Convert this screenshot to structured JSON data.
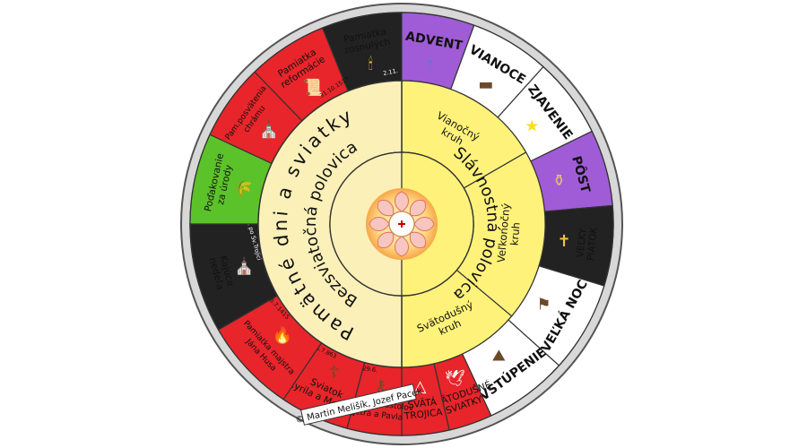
{
  "inner_circle": {
    "left_ring": "Pamätné dni a sviatky",
    "left_inner": "Bezsviatočná polovica",
    "right_inner": "Slávnostná polovica"
  },
  "cycles": [
    {
      "id": "vianocny",
      "lines": [
        "Vianočný",
        "kruh"
      ]
    },
    {
      "id": "velkonocny",
      "lines": [
        "Veľkonočný",
        "kruh"
      ]
    },
    {
      "id": "svatoduchy",
      "lines": [
        "Svätodušný",
        "kruh"
      ]
    }
  ],
  "segments": [
    {
      "id": "pamiatka-zosnulych",
      "color": "#222222",
      "lines": [
        "Pamiatka",
        "zosnulých"
      ],
      "date": "2.11.",
      "icon": "candle-icon"
    },
    {
      "id": "advent",
      "color": "#a05cd6",
      "lines": [
        "ADVENT"
      ],
      "icon": "advent-candles-icon"
    },
    {
      "id": "vianoce",
      "color": "#ffffff",
      "lines": [
        "VIANOCE"
      ],
      "icon": "manger-icon"
    },
    {
      "id": "zjavenie",
      "color": "#ffffff",
      "lines": [
        "ZJAVENIE"
      ],
      "icon": "star-icon"
    },
    {
      "id": "post",
      "color": "#a05cd6",
      "lines": [
        "PÔST"
      ],
      "icon": "jug-icon"
    },
    {
      "id": "velky-piatok",
      "color": "#222222",
      "lines": [
        "VEĽKÝ",
        "PIATOK"
      ],
      "icon": "crucifix-icon"
    },
    {
      "id": "velka-noc",
      "color": "#ffffff",
      "lines": [
        "VEĽKÁ NOC"
      ],
      "icon": "lamb-flag-icon"
    },
    {
      "id": "vstupenie",
      "color": "#ffffff",
      "lines": [
        "VSTÚPENIE"
      ],
      "icon": "ascension-icon"
    },
    {
      "id": "svatodusne-sviatky",
      "color": "#e8252a",
      "lines": [
        "SVÄTODUŠNÉ",
        "SVIATKY"
      ],
      "icon": "dove-icon"
    },
    {
      "id": "svata-trojica",
      "color": "#e8252a",
      "lines": [
        "SVÄTÁ",
        "TROJICA"
      ],
      "icon": "trinity-icon"
    },
    {
      "id": "petra-pavla",
      "color": "#e8252a",
      "lines": [
        "Sviatok apoštolov",
        "Petra a Pavla"
      ],
      "date": "29.6.",
      "icon": "keys-sword-icon"
    },
    {
      "id": "cyrila-metoda",
      "color": "#e8252a",
      "lines": [
        "Sviatok",
        "Cyrila a Metoda"
      ],
      "date": "5.7.863",
      "icon": "cross-book-icon"
    },
    {
      "id": "majstra-jana-husa",
      "color": "#e8252a",
      "lines": [
        "Pamiatka majstra",
        "Jána Husa"
      ],
      "date": "6.7.1415",
      "icon": "fire-icon"
    },
    {
      "id": "kajucna-nedela",
      "color": "#222222",
      "lines": [
        "Kajúca",
        "nedeľa"
      ],
      "date": "10. po Sv.Trojici",
      "icon": "jerusalem-icon"
    },
    {
      "id": "podakovanie",
      "color": "#5cc22a",
      "lines": [
        "Poďakovanie",
        "za úrody"
      ],
      "icon": "wheat-icon"
    },
    {
      "id": "pamposvatenia",
      "color": "#e8252a",
      "lines": [
        "Pam.posvätenia",
        "chrámu"
      ],
      "icon": "church-icon"
    },
    {
      "id": "pamiatka-reformacie",
      "color": "#e8252a",
      "lines": [
        "Pamiatka",
        "reformácie"
      ],
      "date": "31.10.1517",
      "icon": "scroll-icon"
    }
  ],
  "copyright": "© Martin Melišík, Jozef Pacek"
}
